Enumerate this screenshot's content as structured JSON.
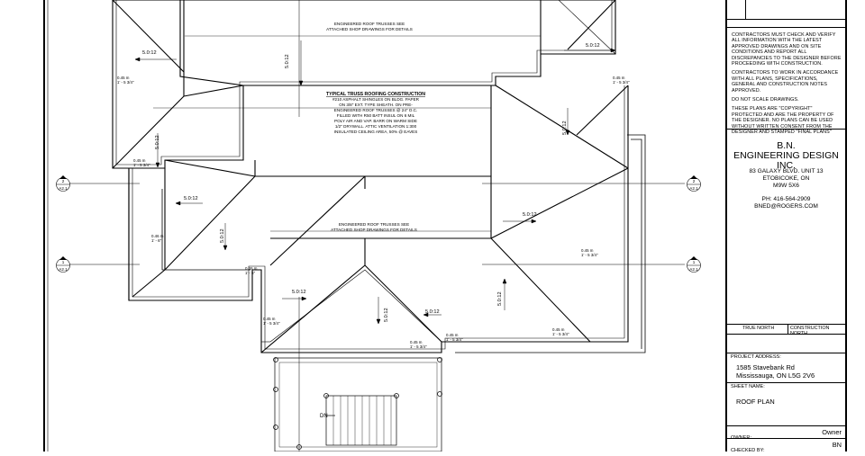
{
  "drawing": {
    "notes": {
      "typical_truss_title": "TYPICAL TRUSS ROOFING CONSTRUCTION",
      "typical_truss_lines": [
        "#210 ASPHALT SHINGLES ON BLDG. PAPER",
        "ON 3/8\" EXT. TYPE SHEATH. ON PRE-",
        "ENGINEERED ROOF TRUSSES @ 24\" O.C.",
        "FILLED WITH R50 BATT INSUL ON 6 MIL",
        "POLY AIR AND VAP. BARR ON WARM SIDE",
        "1/2\" DRYWALL. ATTIC VENTILATION 1:300",
        "INSULATED CEILING AREA, 50% @ EAVES"
      ],
      "trusses_top": [
        "ENGINEERED ROOF TRUSSES SEE",
        "ATTACHED SHOP DRAWINGS FOR DETAILS"
      ],
      "trusses_mid": [
        "ENGINEERED ROOF TRUSSES SEE",
        "ATTACHED SHOP DRAWINGS FOR DETAILS"
      ],
      "down": "DN"
    },
    "slope": "5.0:12",
    "heel": {
      "m": "0.45 m",
      "ft": "1' - 5 3/4\""
    },
    "heel_small": {
      "m": "0.46 m",
      "ft": "1' - 6\""
    },
    "section_markers": [
      {
        "num": "2",
        "sheet": "A2.1"
      },
      {
        "num": "2",
        "sheet": "A2.1"
      },
      {
        "num": "1",
        "sheet": "A2.1"
      },
      {
        "num": "1",
        "sheet": "A2.1"
      }
    ]
  },
  "title_block": {
    "general_notes": [
      "CONTRACTORS MUST CHECK AND VERIFY ALL INFORMATION WITH THE LATEST APPROVED DRAWINGS AND ON SITE CONDITIONS AND REPORT ALL DISCREPANCIES TO THE DESIGNER BEFORE PROCEEDING WITH CONSTRUCTION.",
      "CONTRACTORS TO WORK IN ACCORDANCE WITH ALL PLANS, SPECIFICATIONS, GENERAL AND CONSTRUCTION NOTES APPROVED.",
      "DO NOT SCALE DRAWINGS.",
      "THESE PLANS ARE \"COPYRIGHT\" PROTECTED AND ARE THE PROPERTY OF THE DESIGNER. NO PLANS CAN BE USED WITHOUT WRITTEN CONSENT FROM THE DESIGNER AND STAMPED \"FINAL PLANS\""
    ],
    "company": {
      "name_line1": "B.N.",
      "name_line2": "ENGINEERING DESIGN INC.",
      "address_line1": "83 GALAXY BLVD. UNIT 13",
      "address_line2": "ETOBICOKE, ON",
      "address_line3": "M9W 5X6",
      "phone": "PH: 416-564-2909",
      "email": "BNED@ROGERS.COM"
    },
    "true_north_label": "TRUE NORTH",
    "construction_north_label": "CONSTRUCTION NORTH",
    "project_address_label": "PROJECT ADDRESS:",
    "project_address_line1": "1585 Stavebank Rd",
    "project_address_line2": "Mississauga, ON L5G 2V6",
    "sheet_name_label": "SHEET NAME:",
    "sheet_name": "ROOF PLAN",
    "owner_label": "OWNER:",
    "owner": "Owner",
    "checked_by_label": "CHECKED BY:",
    "checked_by": "BN"
  }
}
